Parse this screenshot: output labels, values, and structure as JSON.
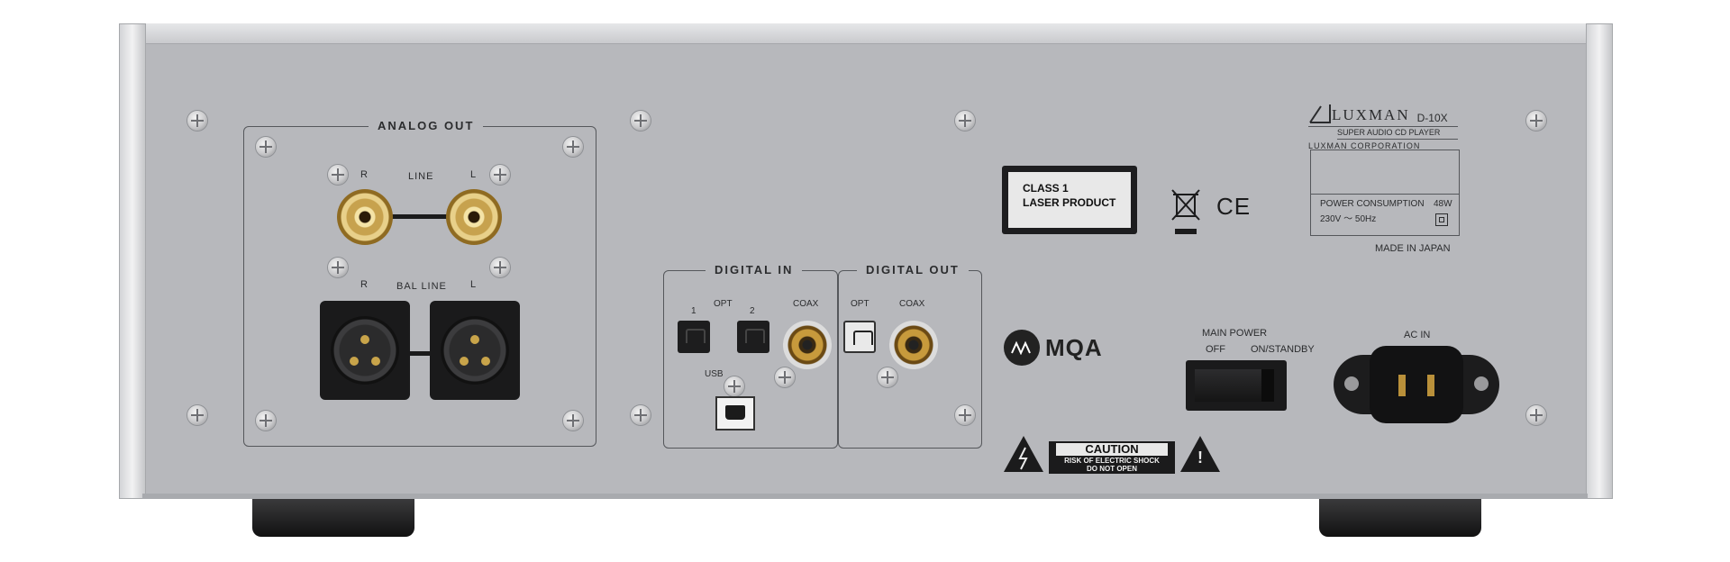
{
  "analog_out": {
    "title": "ANALOG OUT",
    "line_label": "LINE",
    "bal_line_label": "BAL LINE",
    "r": "R",
    "l": "L"
  },
  "digital_in": {
    "title": "DIGITAL IN",
    "opt": "OPT",
    "port1": "1",
    "port2": "2",
    "coax": "COAX",
    "usb": "USB"
  },
  "digital_out": {
    "title": "DIGITAL OUT",
    "opt": "OPT",
    "coax": "COAX"
  },
  "laser_label": {
    "line1": "CLASS 1",
    "line2": "LASER PRODUCT"
  },
  "branding": {
    "brand": "LUXMAN",
    "model": "D-10X",
    "product": "SUPER AUDIO CD PLAYER",
    "corporation": "LUXMAN CORPORATION",
    "power_consumption_label": "POWER CONSUMPTION",
    "power_consumption_value": "48W",
    "power_spec": "230V ～ 50Hz",
    "made_in": "MADE IN JAPAN",
    "mqa": "MQA",
    "ce_mark": "CE"
  },
  "power": {
    "main_power": "MAIN POWER",
    "off": "OFF",
    "on_standby": "ON/STANDBY",
    "ac_in": "AC IN"
  },
  "caution": {
    "title": "CAUTION",
    "line1": "RISK OF ELECTRIC SHOCK",
    "line2": "DO NOT OPEN",
    "warn_glyph": "!"
  }
}
